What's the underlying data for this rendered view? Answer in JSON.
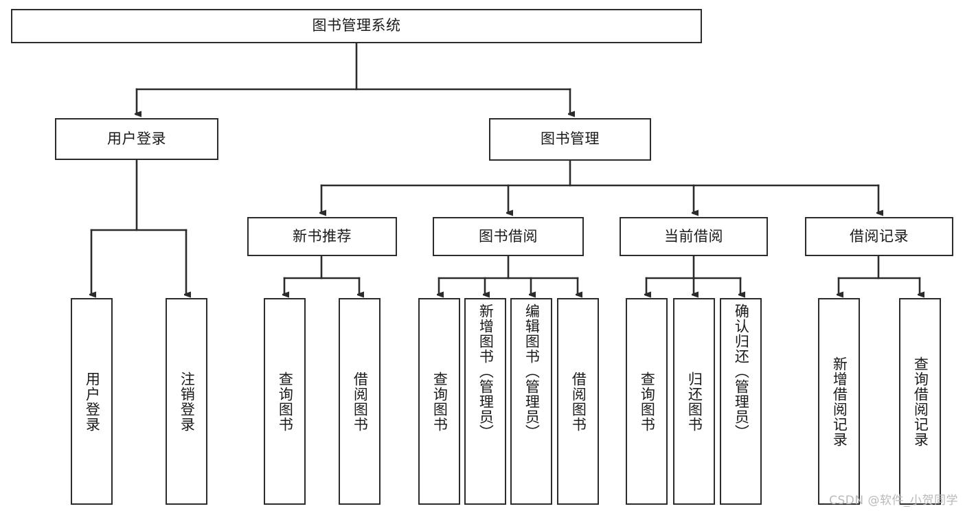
{
  "diagram": {
    "title": "图书管理系统",
    "type": "tree",
    "colors": {
      "box_border": "#2b2b2b",
      "box_fill": "#ffffff",
      "edge": "#2b2b2b",
      "text": "#1a1a1a",
      "watermark": "#b9b9b9",
      "background": "#ffffff"
    },
    "root": {
      "label": "图书管理系统"
    },
    "level1": [
      {
        "label": "用户登录"
      },
      {
        "label": "图书管理"
      }
    ],
    "level2": [
      {
        "label": "新书推荐"
      },
      {
        "label": "图书借阅"
      },
      {
        "label": "当前借阅"
      },
      {
        "label": "借阅记录"
      }
    ],
    "leaves": {
      "user_login": [
        {
          "label": "用户登录"
        },
        {
          "label": "注销登录"
        }
      ],
      "new_book_recommend": [
        {
          "label": "查询图书"
        },
        {
          "label": "借阅图书"
        }
      ],
      "book_borrow": [
        {
          "label": "查询图书"
        },
        {
          "label": "新增图书（管理员）"
        },
        {
          "label": "编辑图书（管理员）"
        },
        {
          "label": "借阅图书"
        }
      ],
      "current_borrow": [
        {
          "label": "查询图书"
        },
        {
          "label": "归还图书"
        },
        {
          "label": "确认归还（管理员）"
        }
      ],
      "borrow_record": [
        {
          "label": "新增借阅记录"
        },
        {
          "label": "查询借阅记录"
        }
      ]
    }
  },
  "watermark": {
    "text": "CSDN @软件_小贺同学"
  }
}
